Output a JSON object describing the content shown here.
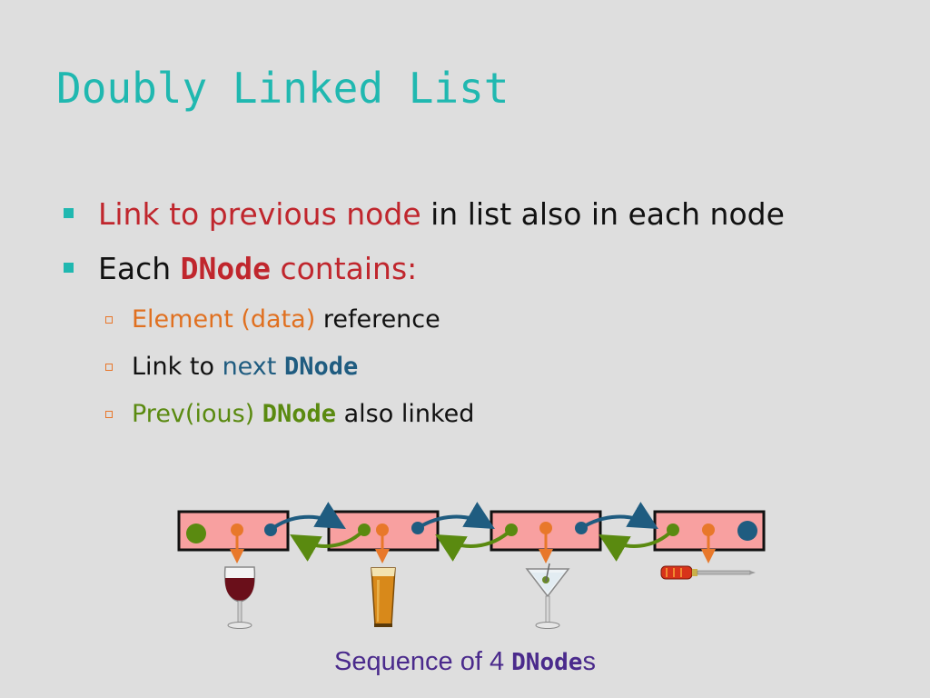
{
  "title": "Doubly Linked List",
  "bullets": {
    "b1": {
      "red": "Link to previous node",
      "rest": " in list also in each node"
    },
    "b2": {
      "pre": "Each ",
      "code": "DNode",
      "post": " contains:"
    },
    "sub1": {
      "orange": "Element (data)",
      "rest": " reference"
    },
    "sub2": {
      "pre": "Link to ",
      "blue": "next",
      "code": "DNode"
    },
    "sub3": {
      "green": "Prev(ious) ",
      "code": "DNode",
      "rest": " also linked"
    }
  },
  "diagram": {
    "node_count": 4,
    "elements": [
      "wine-glass-icon",
      "beer-glass-icon",
      "martini-glass-icon",
      "screwdriver-icon"
    ],
    "colors": {
      "node_fill": "#f8a0a0",
      "node_border": "#111111",
      "next_link": "#1f5c80",
      "prev_link": "#5a8a10",
      "element_link": "#e8782a"
    }
  },
  "caption": {
    "pre": "Sequence of 4 ",
    "code": "DNode",
    "post": "s"
  }
}
